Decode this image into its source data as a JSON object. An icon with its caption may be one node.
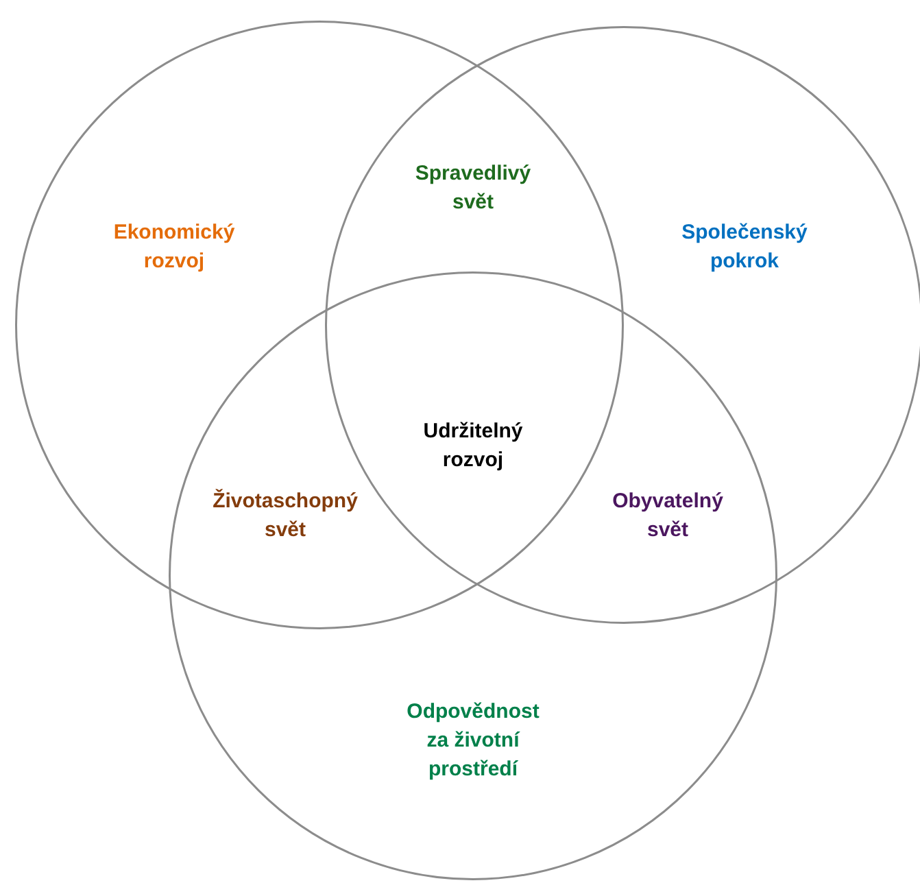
{
  "diagram": {
    "nodes": [
      {
        "text": [
          "Ekonomický rozvoj"
        ]
      },
      {
        "text": [
          "Společenský pokrok"
        ]
      },
      {
        "text": [
          "Odpovědnost za životní prostředí"
        ]
      }
    ],
    "labels": [
      "Spravedlivý svět",
      "Udržitelný rozvoj",
      "Životaschopný svět",
      "Obyvatelný svět"
    ]
  }
}
